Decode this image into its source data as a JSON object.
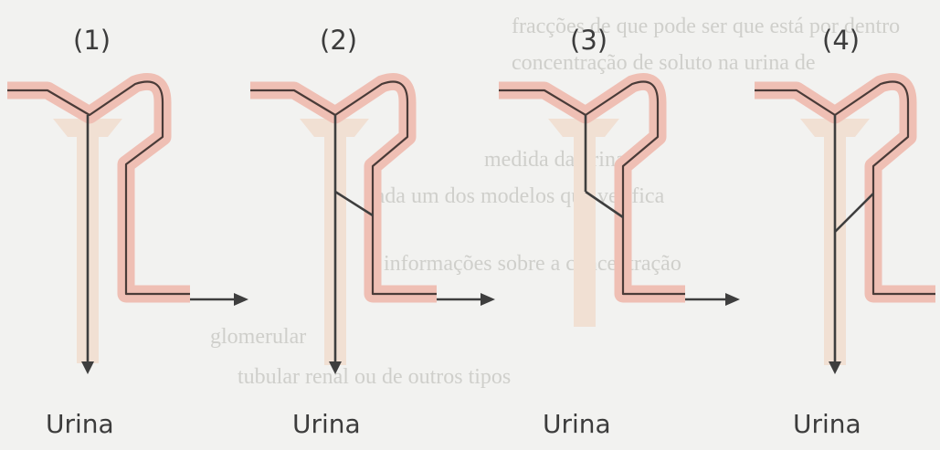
{
  "panels": [
    {
      "number": "(1)",
      "output_label": "Urina"
    },
    {
      "number": "(2)",
      "output_label": "Urina"
    },
    {
      "number": "(3)",
      "output_label": ""
    },
    {
      "number": "(4)",
      "output_label": "Urina"
    }
  ],
  "colors": {
    "background": "#f2f2f0",
    "tube_fill": "#efbfb4",
    "tube_line": "#4a3b38",
    "duct": "#f1e0d3",
    "arrow": "#3e3e3e",
    "text": "#3c3c3c"
  }
}
